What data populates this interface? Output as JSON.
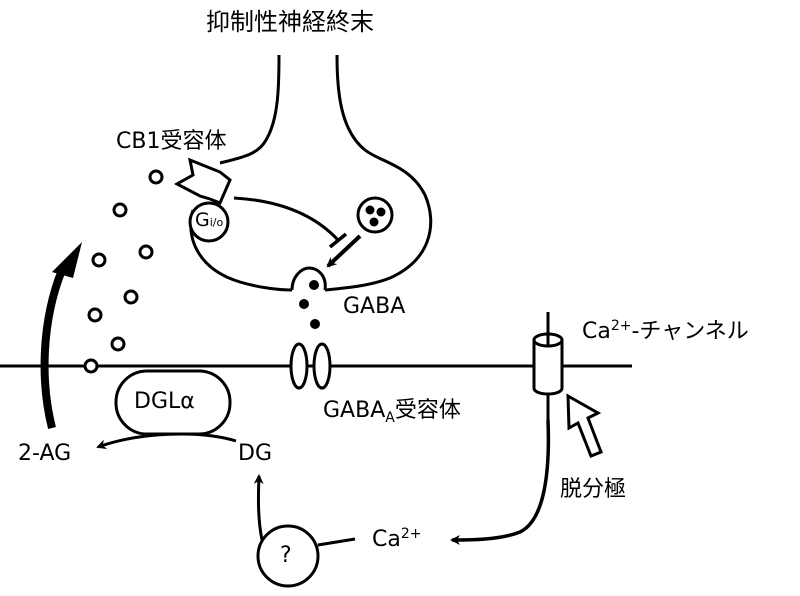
{
  "title": "抑制性神経終末",
  "labels": {
    "cb1_receptor": "CB1受容体",
    "g_protein_main": "G",
    "g_protein_sub": "i/o",
    "gaba": "GABA",
    "ca_channel_prefix": "Ca",
    "ca_channel_sup": "2+",
    "ca_channel_suffix": "-チャンネル",
    "gaba_a_receptor_prefix": "GABA",
    "gaba_a_receptor_sub": "A",
    "gaba_a_receptor_suffix": "受容体",
    "dgl_alpha": "DGLα",
    "two_ag": "2-AG",
    "dg": "DG",
    "depolarization": "脱分極",
    "ca_ion_prefix": "Ca",
    "ca_ion_sup": "2+",
    "unknown": "?"
  },
  "colors": {
    "stroke": "#000000",
    "background": "#ffffff"
  }
}
